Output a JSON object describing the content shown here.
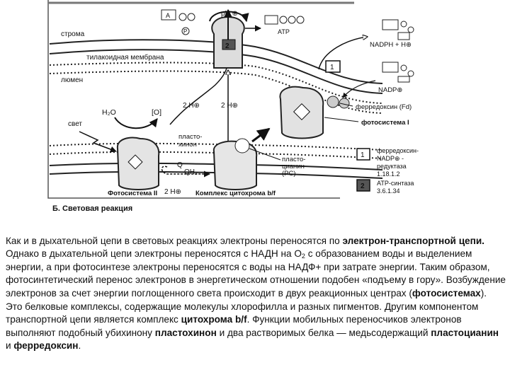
{
  "figure": {
    "section_label": "Б. Световая реакция",
    "labels": {
      "stroma": "строма",
      "thylakoid_membrane": "тилакоидная мембрана",
      "lumen": "люмен",
      "light": "свет",
      "h2o": "H₂O",
      "oxygen": "[O]",
      "ph": "pH ⊕",
      "atp": "ATP",
      "nadph": "NADPH + H⊕",
      "nadp": "NADP⊕",
      "ferredoxin": "ферредоксин (Fd)",
      "photosystem_one": "фотосистема I",
      "photosystem_two": "Фотосистема II",
      "two_h_left": "2 H⊕",
      "two_h_right": "2 H⊕",
      "two_h_bottom": "2 H⊕",
      "plastoquinone_1": "пласто-",
      "plastoquinone_2": "хинон",
      "q": "Q",
      "qh2": "QH₂",
      "plastocyanin_1": "пласто-",
      "plastocyanin_2": "цианин",
      "plastocyanin_3": "(PC)",
      "cytochrome_complex": "Комплекс цитохрома b/f",
      "box_one": "1",
      "box_two": "2",
      "box_one_center": "1",
      "box_two_center": "2",
      "legend_one_1": "ферредоксин-",
      "legend_one_2": "NADP⊕ -",
      "legend_one_3": "редуктаза",
      "legend_one_4": "1.18.1.2",
      "legend_two_1": "ATP-синтаза",
      "legend_two_2": "3.6.1.34",
      "a_small": "A",
      "p_small": "P"
    }
  },
  "text": {
    "s1": "Как и в дыхательной цепи в световых реакциях электроны переносятся по ",
    "b1": "электрон-транспортной цепи.",
    "s2": " Однако в дыхательной цепи электроны переносятся с НАДН на О",
    "sub2": "2",
    "s3": " с образованием воды и выделением энергии, а при фотосинтезе электроны переносятся с воды на НАДФ+ при затрате энергии. Таким образом, фотосинтетический перенос электронов в энергетическом отношении подобен «подъему в гору». Возбуждение электронов за счет энергии поглощенного света происходит в двух реакционных центрах (",
    "b2": "фотосистемах",
    "s4": "). Это белковые комплексы, содержащие молекулы хлорофилла и разных пигментов. Другим компонентом транспортной цепи является комплекс ",
    "b3": "цитохрома b/f",
    "s5": ". Функции мобильных переносчиков электронов выполняют подобный убихинону ",
    "b4": "пластохинон",
    "s6": " и два растворимых белка — медьсодержащий ",
    "b5": "пластоцианин",
    "s7": " и ",
    "b6": "ферредоксин",
    "s8": "."
  }
}
